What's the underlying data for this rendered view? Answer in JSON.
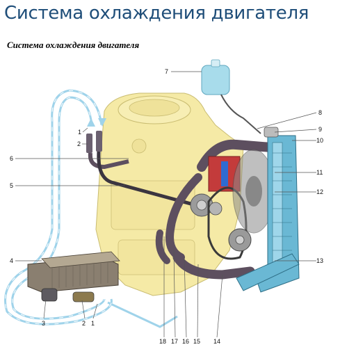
{
  "page": {
    "title": "Система охлаждения двигателя",
    "caption": "Система охлаждения двигателя"
  },
  "callouts": [
    {
      "id": "c1a",
      "label": "1"
    },
    {
      "id": "c2a",
      "label": "2"
    },
    {
      "id": "c6",
      "label": "6"
    },
    {
      "id": "c5",
      "label": "5"
    },
    {
      "id": "c4",
      "label": "4"
    },
    {
      "id": "c3",
      "label": "3"
    },
    {
      "id": "c2b",
      "label": "2"
    },
    {
      "id": "c1b",
      "label": "1"
    },
    {
      "id": "c7",
      "label": "7"
    },
    {
      "id": "c8",
      "label": "8"
    },
    {
      "id": "c9",
      "label": "9"
    },
    {
      "id": "c10",
      "label": "10"
    },
    {
      "id": "c11",
      "label": "11"
    },
    {
      "id": "c12",
      "label": "12"
    },
    {
      "id": "c13",
      "label": "13"
    },
    {
      "id": "c18",
      "label": "18"
    },
    {
      "id": "c17",
      "label": "17"
    },
    {
      "id": "c16",
      "label": "16"
    },
    {
      "id": "c15",
      "label": "15"
    },
    {
      "id": "c14",
      "label": "14"
    }
  ],
  "colors": {
    "engine": "#f5eaa6",
    "hose": "#5d4f5f",
    "coolant_line": "#9fd3ea",
    "radiator": "#6ab8d4",
    "reservoir": "#a8dceb",
    "pump": "#c33b3b"
  }
}
